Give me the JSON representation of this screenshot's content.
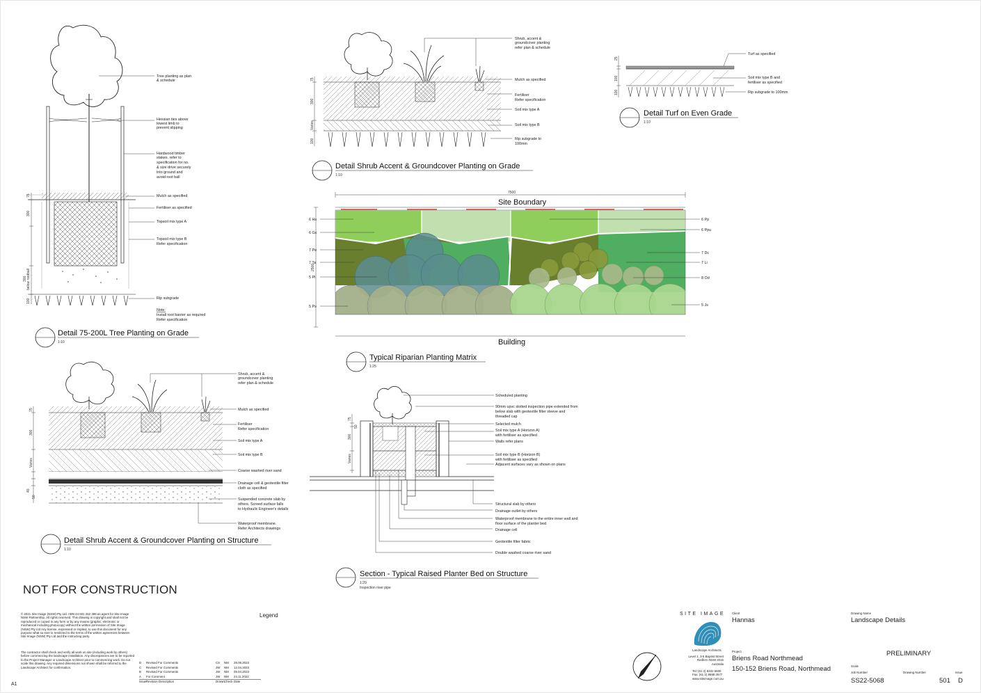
{
  "details": {
    "tree": {
      "title": "Detail 75-200L Tree Planting on Grade",
      "scale": "1:10",
      "labels": [
        "Tree planting as plan",
        "& schedule",
        "Hessian ties above",
        "lowest limb to",
        "prevent slipping",
        "Hardwood timber",
        "stakes. refer to",
        "specification for no.",
        "& size drive securely",
        "into ground and",
        "avoid root ball",
        "Mulch as specified",
        "Fertiliser as specified",
        "Topsoil mix type A",
        "Topsoil mix type B",
        "Refer specification",
        "Rip subgrade",
        "Note:",
        "Install root barrier as required",
        "Refer specification"
      ],
      "dims": [
        "75",
        "300",
        "300",
        "below rootball",
        "100"
      ]
    },
    "shrub_grade": {
      "title": "Detail Shrub Accent & Groundcover Planting on Grade",
      "scale": "1:10",
      "labels": [
        "Shrub, accent &",
        "groundcover planting",
        "refer plan & schedule",
        "Mulch as specified",
        "Fertiliser",
        "Refer specification",
        "Soil mix type A",
        "Soil mix type B",
        "Rip subgrade to",
        "100mm"
      ],
      "dims": [
        "75",
        "300",
        "Varies",
        "100"
      ]
    },
    "turf": {
      "title": "Detail Turf on Even Grade",
      "scale": "1:10",
      "labels": [
        "Turf as specified",
        "Soil mix type B and",
        "fertiliser as specified",
        "Rip subgrade to 100mm"
      ],
      "dims": [
        "25",
        "100",
        "100"
      ]
    },
    "matrix": {
      "title": "Typical Riparian Planting Matrix",
      "scale": "1:25",
      "top": "Site Boundary",
      "bottom": "Building",
      "width_dim": "7500",
      "height_dim": "2500",
      "left_labels": [
        "6 Hs",
        "6 Gc",
        "7 Pe",
        "7 Ta",
        "5 Pl",
        "5 Ps"
      ],
      "right_labels": [
        "6 Pp",
        "6 Ppu",
        "7 Dc",
        "7 Li",
        "8 Od",
        "5 Js"
      ]
    },
    "shrub_structure": {
      "title": "Detail Shrub Accent & Groundcover Planting on Structure",
      "scale": "1:10",
      "labels": [
        "Shrub, accent &",
        "groundcover planting",
        "refer plan & schedule",
        "Mulch as specified",
        "Fertiliser",
        "Refer specification",
        "Soil mix type A",
        "Soil mix type B",
        "Coarse washed river sand",
        "Drainage cell & geotextile filter",
        "cloth as specified",
        "Suspended concrete slab by",
        "others.  Screed surface falls",
        "to Hydraulic  Engineer's details",
        "Waterproof membrane.",
        "Refer Architects drawings"
      ],
      "dims": [
        "75",
        "300",
        "Varies",
        "40",
        "50"
      ]
    },
    "planter": {
      "title": "Section - Typical Raised Planter Bed on Structure",
      "scale": "1:20",
      "subnote": "Inspection riser pipe",
      "labels": [
        "Scheduled planting",
        "90mm upvc slotted inspection pipe extended from",
        "below slab with geotextile filter sleeve and",
        "threaded cap",
        "Selected mulch",
        "Soil mix type A (Horizon A)",
        "with fertiliser as specified",
        "Walls refer plans",
        "Soil mix type B (Horizon B)",
        "with fertiliser as specified",
        "Adjacent surfaces vary as shown on plans",
        "Structural slab by others",
        "Drainage outlet by others",
        "Waterproof membrane to the entire inner wall and",
        "floor surface of the planter bed",
        "Drainage cell",
        "Geotextile filter fabric",
        "Double washed coarse river sand"
      ],
      "dims": [
        "75",
        "300",
        "Varies",
        "50"
      ]
    }
  },
  "footer": {
    "not_for_construction": "NOT FOR CONSTRUCTION",
    "legend": "Legend",
    "copyright": "© 2021 Site Image (NSW) Pty Ltd. ABN 44 601 262 388 as agent for Site Image NSW Partnership.  All rights reserved. This drawing is copyright and shall not be reproduced or copied in any form or by any means (graphic, electronic or mechanical including photocopy) without the written permission of Site Image (NSW) Pty Ltd Any license, expressed or implied, to use this document for any purpose what so ever is restricted to the terms of the written agreement between Site Image (NSW) Pty Ltd and the instructing party.",
    "contractor_note": "The contractor shall check and verify all work on site (including work by others) before commencing the landscape installation. Any discrepancies are to be reported to the Project Manager or Landscape Architect prior to commencing work. Do not scale this drawing. Any required dimensions not shown shall be referred to the Landscape Architect for confirmation.",
    "sheet_size": "A1",
    "revisions": [
      {
        "issue": "D",
        "desc": "Revised For Comments",
        "drawn": "CS",
        "check": "NM",
        "date": "28.08.2023"
      },
      {
        "issue": "C",
        "desc": "Revised For Comments",
        "drawn": "JW",
        "check": "NM",
        "date": "12.04.2023"
      },
      {
        "issue": "B",
        "desc": "Revised For Comments",
        "drawn": "JW",
        "check": "NM",
        "date": "05.04.2023"
      },
      {
        "issue": "A",
        "desc": "For Comment",
        "drawn": "JW",
        "check": "NM",
        "date": "24.11.2022"
      }
    ],
    "rev_headers": {
      "issue": "Issue",
      "desc": "Revision Description",
      "drawn": "Drawn",
      "check": "Check",
      "date": "Date"
    },
    "company": "SITE IMAGE",
    "company_sub": "Landscape Architects",
    "address": [
      "Level 1, 3-5 Baptist Street",
      "Redfern NSW 2016",
      "Australia"
    ],
    "contact": [
      "Tel:  (61 2) 8332 5600",
      "Fax:  (61 2) 8698 2577",
      "www.siteimage.com.au"
    ],
    "client_label": "Client",
    "client": "Hannas",
    "project_label": "Project",
    "project_1": "Briens Road Northmead",
    "project_2": "150-152 Briens Road, Northmead",
    "drawing_name_label": "Drawing Name",
    "drawing_name": "Landscape Details",
    "status": "PRELIMINARY",
    "scale_label": "Scale",
    "job_label": "Job Number",
    "job": "SS22-5068",
    "drawing_no_label": "Drawing Number",
    "drawing_no": "501",
    "issue_label": "Issue",
    "issue": "D"
  },
  "colors": {
    "light_green": "#8fce5a",
    "pale_green": "#c2dfb0",
    "mid_green": "#4fae5f",
    "olive": "#6a7f2e",
    "slate_teal": "#5b8c8f",
    "sage": "#a7b98a",
    "pale_circle": "#a8d68e",
    "red_boundary": "#d9433a"
  }
}
